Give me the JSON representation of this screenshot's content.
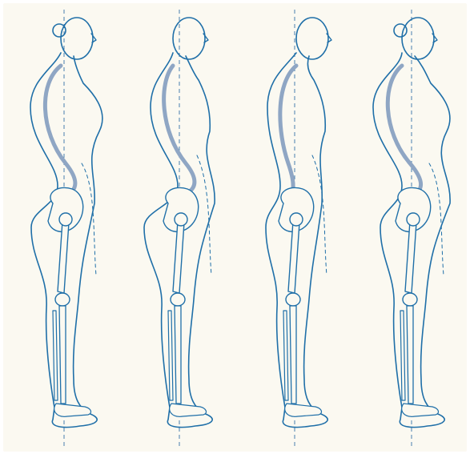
{
  "colors": {
    "background": "#fbf9f1",
    "outline": "#1f6fa8",
    "bone_fill": "#fbf9f1",
    "spine_highlight": "#8fa6c4",
    "plumb_line": "#4a7fb0"
  },
  "figures": [
    {
      "id": "figure-1",
      "sex": "female",
      "hair": "bun",
      "spine": "exaggerated-curves"
    },
    {
      "id": "figure-2",
      "sex": "male",
      "hair": "none",
      "spine": "sway-back"
    },
    {
      "id": "figure-3",
      "sex": "male",
      "hair": "none",
      "spine": "flat-back"
    },
    {
      "id": "figure-4",
      "sex": "female",
      "hair": "bun",
      "spine": "forward-lean"
    }
  ]
}
